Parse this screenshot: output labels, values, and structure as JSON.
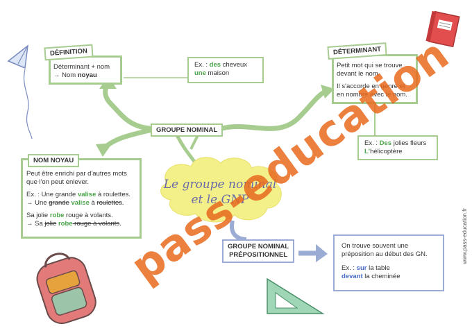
{
  "colors": {
    "green": "#a6cc8f",
    "red": "#e38b8b",
    "blue": "#9aacd4",
    "watermark": "#e86a1e",
    "cloud": "#f3f08a"
  },
  "title": {
    "line1": "Le groupe nominal",
    "line2": "et le GNP"
  },
  "center_tag": "GROUPE NOMINAL",
  "definition": {
    "tag": "DÉFINITION",
    "line1": "Déterminant + nom",
    "line2_prefix": "→ Nom ",
    "line2_bold": "noyau"
  },
  "example_top": {
    "prefix": "Ex. : ",
    "w1": "des",
    "t1": " cheveux",
    "w2": "une",
    "t2": " maison"
  },
  "determinant": {
    "tag": "DÉTERMINANT",
    "p1": "Petit mot qui se trouve devant le nom.",
    "p2": "Il s'accorde en genre et en nombre avec le nom."
  },
  "example_right": {
    "prefix": "Ex. : ",
    "w1": "Des",
    "t1": " jolies fleurs",
    "w2": "L'",
    "t2": "hélicoptère"
  },
  "nom_noyau": {
    "tag": "NOM NOYAU",
    "p1": "Peut être enrichi par d'autres mots que l'on peut enlever.",
    "ex1_a": "Ex. : Une grande ",
    "ex1_b": "valise",
    "ex1_c": " à roulettes.",
    "ex2_a": "→ Une ",
    "ex2_s1": "grande",
    "ex2_b": " valise",
    "ex2_c": " à ",
    "ex2_s2": "roulettes",
    "ex2_d": ".",
    "ex3_a": "Sa jolie ",
    "ex3_b": "robe",
    "ex3_c": " rouge à volants.",
    "ex4_a": "→ Sa ",
    "ex4_s1": "jolie",
    "ex4_b": " robe",
    "ex4_s2": " rouge à volants",
    "ex4_d": "."
  },
  "gnp": {
    "tag_line1": "GROUPE NOMINAL",
    "tag_line2": "PRÉPOSITIONNEL",
    "p1": "On trouve souvent une préposition au début des GN.",
    "ex_prefix": "Ex. : ",
    "w1": "sur",
    "t1": " la table",
    "w2": "devant",
    "t2": " la cheminée"
  },
  "watermark": "pass-education",
  "side_url": "www.pass-education.fr",
  "icons": [
    "paper-plane-icon",
    "book-icon",
    "backpack-icon",
    "set-square-icon"
  ]
}
